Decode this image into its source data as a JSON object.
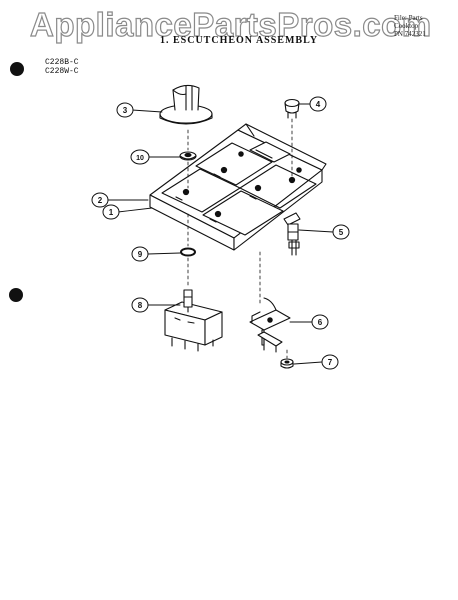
{
  "watermark": "AppliancePartsPros.com",
  "file_info": [
    "File: Parts",
    "Cooktop",
    "PN 742321"
  ],
  "title": "1. ESCUTCHEON ASSEMBLY",
  "models": [
    "C228B-C",
    "C228W-C"
  ],
  "callouts": {
    "c1": "1",
    "c2": "2",
    "c3": "3",
    "c4": "4",
    "c5": "5",
    "c6": "6",
    "c7": "7",
    "c8": "8",
    "c9": "9",
    "c10": "10"
  }
}
